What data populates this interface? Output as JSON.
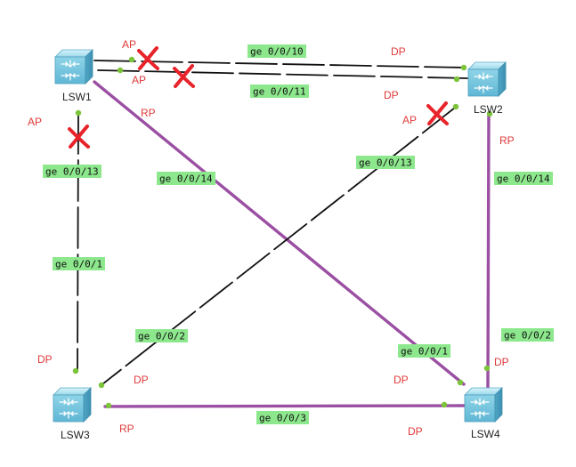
{
  "colors": {
    "root_path": "#9b4fa3",
    "link": "#111111",
    "port_label_bg": "#8de88d",
    "role_text": "#e03a3a",
    "port_dot": "#7cc43a",
    "block_mark": "#e8232a",
    "switch_body": "#8fd9ec"
  },
  "switches": [
    {
      "id": "LSW1",
      "label": "LSW1",
      "icon": "switch-icon"
    },
    {
      "id": "LSW2",
      "label": "LSW2",
      "icon": "switch-icon"
    },
    {
      "id": "LSW3",
      "label": "LSW3",
      "icon": "switch-icon"
    },
    {
      "id": "LSW4",
      "label": "LSW4",
      "icon": "switch-icon"
    }
  ],
  "links": [
    {
      "id": "lsw1-lsw2-a",
      "from": "LSW1",
      "to": "LSW2",
      "style": "dashed"
    },
    {
      "id": "lsw1-lsw2-b",
      "from": "LSW1",
      "to": "LSW2",
      "style": "dashed"
    },
    {
      "id": "lsw1-lsw3",
      "from": "LSW1",
      "to": "LSW3",
      "style": "dashed"
    },
    {
      "id": "lsw1-lsw4",
      "from": "LSW1",
      "to": "LSW4",
      "style": "root-path"
    },
    {
      "id": "lsw2-lsw3",
      "from": "LSW2",
      "to": "LSW3",
      "style": "dashed"
    },
    {
      "id": "lsw2-lsw4",
      "from": "LSW2",
      "to": "LSW4",
      "style": "root-path"
    },
    {
      "id": "lsw3-lsw4",
      "from": "LSW3",
      "to": "LSW4",
      "style": "root-path"
    }
  ],
  "port_labels": [
    {
      "id": "p1",
      "text": "ge 0/0/10"
    },
    {
      "id": "p2",
      "text": "ge 0/0/11"
    },
    {
      "id": "p3",
      "text": "ge 0/0/13"
    },
    {
      "id": "p4",
      "text": "ge 0/0/14"
    },
    {
      "id": "p5",
      "text": "ge 0/0/13"
    },
    {
      "id": "p6",
      "text": "ge 0/0/14"
    },
    {
      "id": "p7",
      "text": "ge 0/0/1"
    },
    {
      "id": "p8",
      "text": "ge 0/0/2"
    },
    {
      "id": "p9",
      "text": "ge 0/0/1"
    },
    {
      "id": "p10",
      "text": "ge 0/0/2"
    },
    {
      "id": "p11",
      "text": "ge 0/0/3"
    }
  ],
  "port_roles": [
    {
      "id": "r1",
      "text": "AP"
    },
    {
      "id": "r2",
      "text": "AP"
    },
    {
      "id": "r3",
      "text": "DP"
    },
    {
      "id": "r4",
      "text": "DP"
    },
    {
      "id": "r5",
      "text": "RP"
    },
    {
      "id": "r6",
      "text": "AP"
    },
    {
      "id": "r7",
      "text": "AP"
    },
    {
      "id": "r8",
      "text": "RP"
    },
    {
      "id": "r9",
      "text": "DP"
    },
    {
      "id": "r10",
      "text": "DP"
    },
    {
      "id": "r11",
      "text": "RP"
    },
    {
      "id": "r12",
      "text": "DP"
    },
    {
      "id": "r13",
      "text": "DP"
    },
    {
      "id": "r14",
      "text": "DP"
    }
  ],
  "blocked_ports": [
    {
      "id": "b1",
      "icon": "blocked-x-icon"
    },
    {
      "id": "b2",
      "icon": "blocked-x-icon"
    },
    {
      "id": "b3",
      "icon": "blocked-x-icon"
    },
    {
      "id": "b4",
      "icon": "blocked-x-icon"
    }
  ]
}
